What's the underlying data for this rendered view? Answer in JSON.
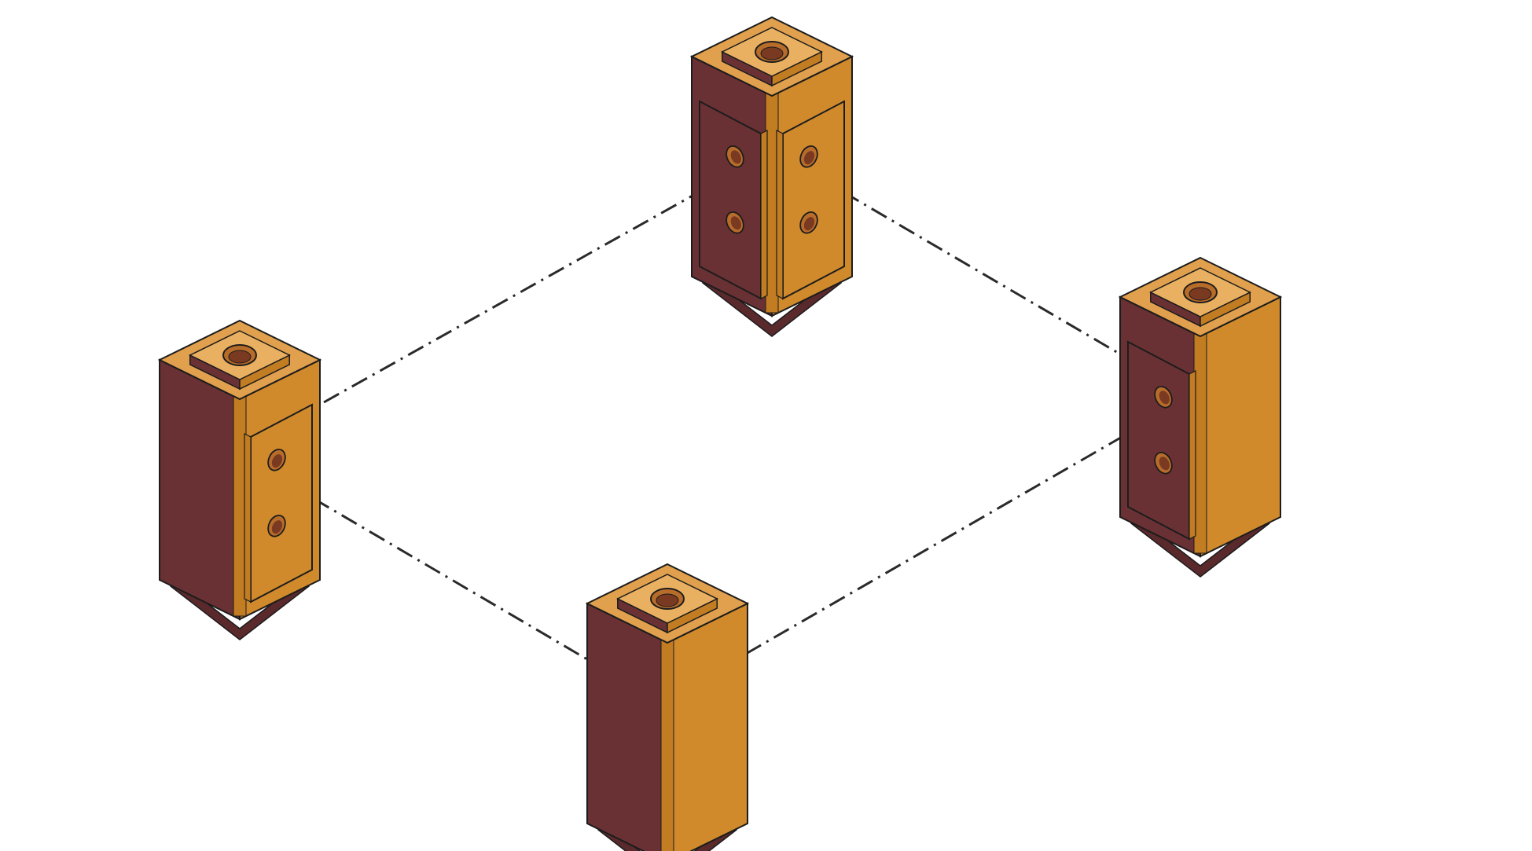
{
  "colors": {
    "background": "#ffffff",
    "top_face": "#e0a04d",
    "top_face_light": "#eab061",
    "top_inset": "#d99440",
    "dark_face": "#6a3134",
    "dark_face_shade": "#5a292c",
    "light_face": "#d08a2c",
    "light_face_shade": "#c27c22",
    "hole": "#7a3a22",
    "hole_ring": "#b86c2a",
    "edge": "#1c1c1c",
    "dashed_line": "#2a2a2a"
  },
  "diagram": {
    "blocks": [
      {
        "id": "top-block",
        "mounting_faces": [
          "left",
          "right"
        ]
      },
      {
        "id": "left-block",
        "mounting_faces": [
          "right"
        ]
      },
      {
        "id": "right-block",
        "mounting_faces": [
          "left"
        ]
      },
      {
        "id": "bottom-block",
        "mounting_faces": []
      }
    ],
    "connections": [
      {
        "from": "left-block",
        "to": "top-block",
        "style": "dash-dot"
      },
      {
        "from": "top-block",
        "to": "right-block",
        "style": "dash-dot"
      },
      {
        "from": "left-block",
        "to": "bottom-block",
        "style": "dash-dot"
      },
      {
        "from": "bottom-block",
        "to": "right-block",
        "style": "dash-dot"
      }
    ]
  }
}
